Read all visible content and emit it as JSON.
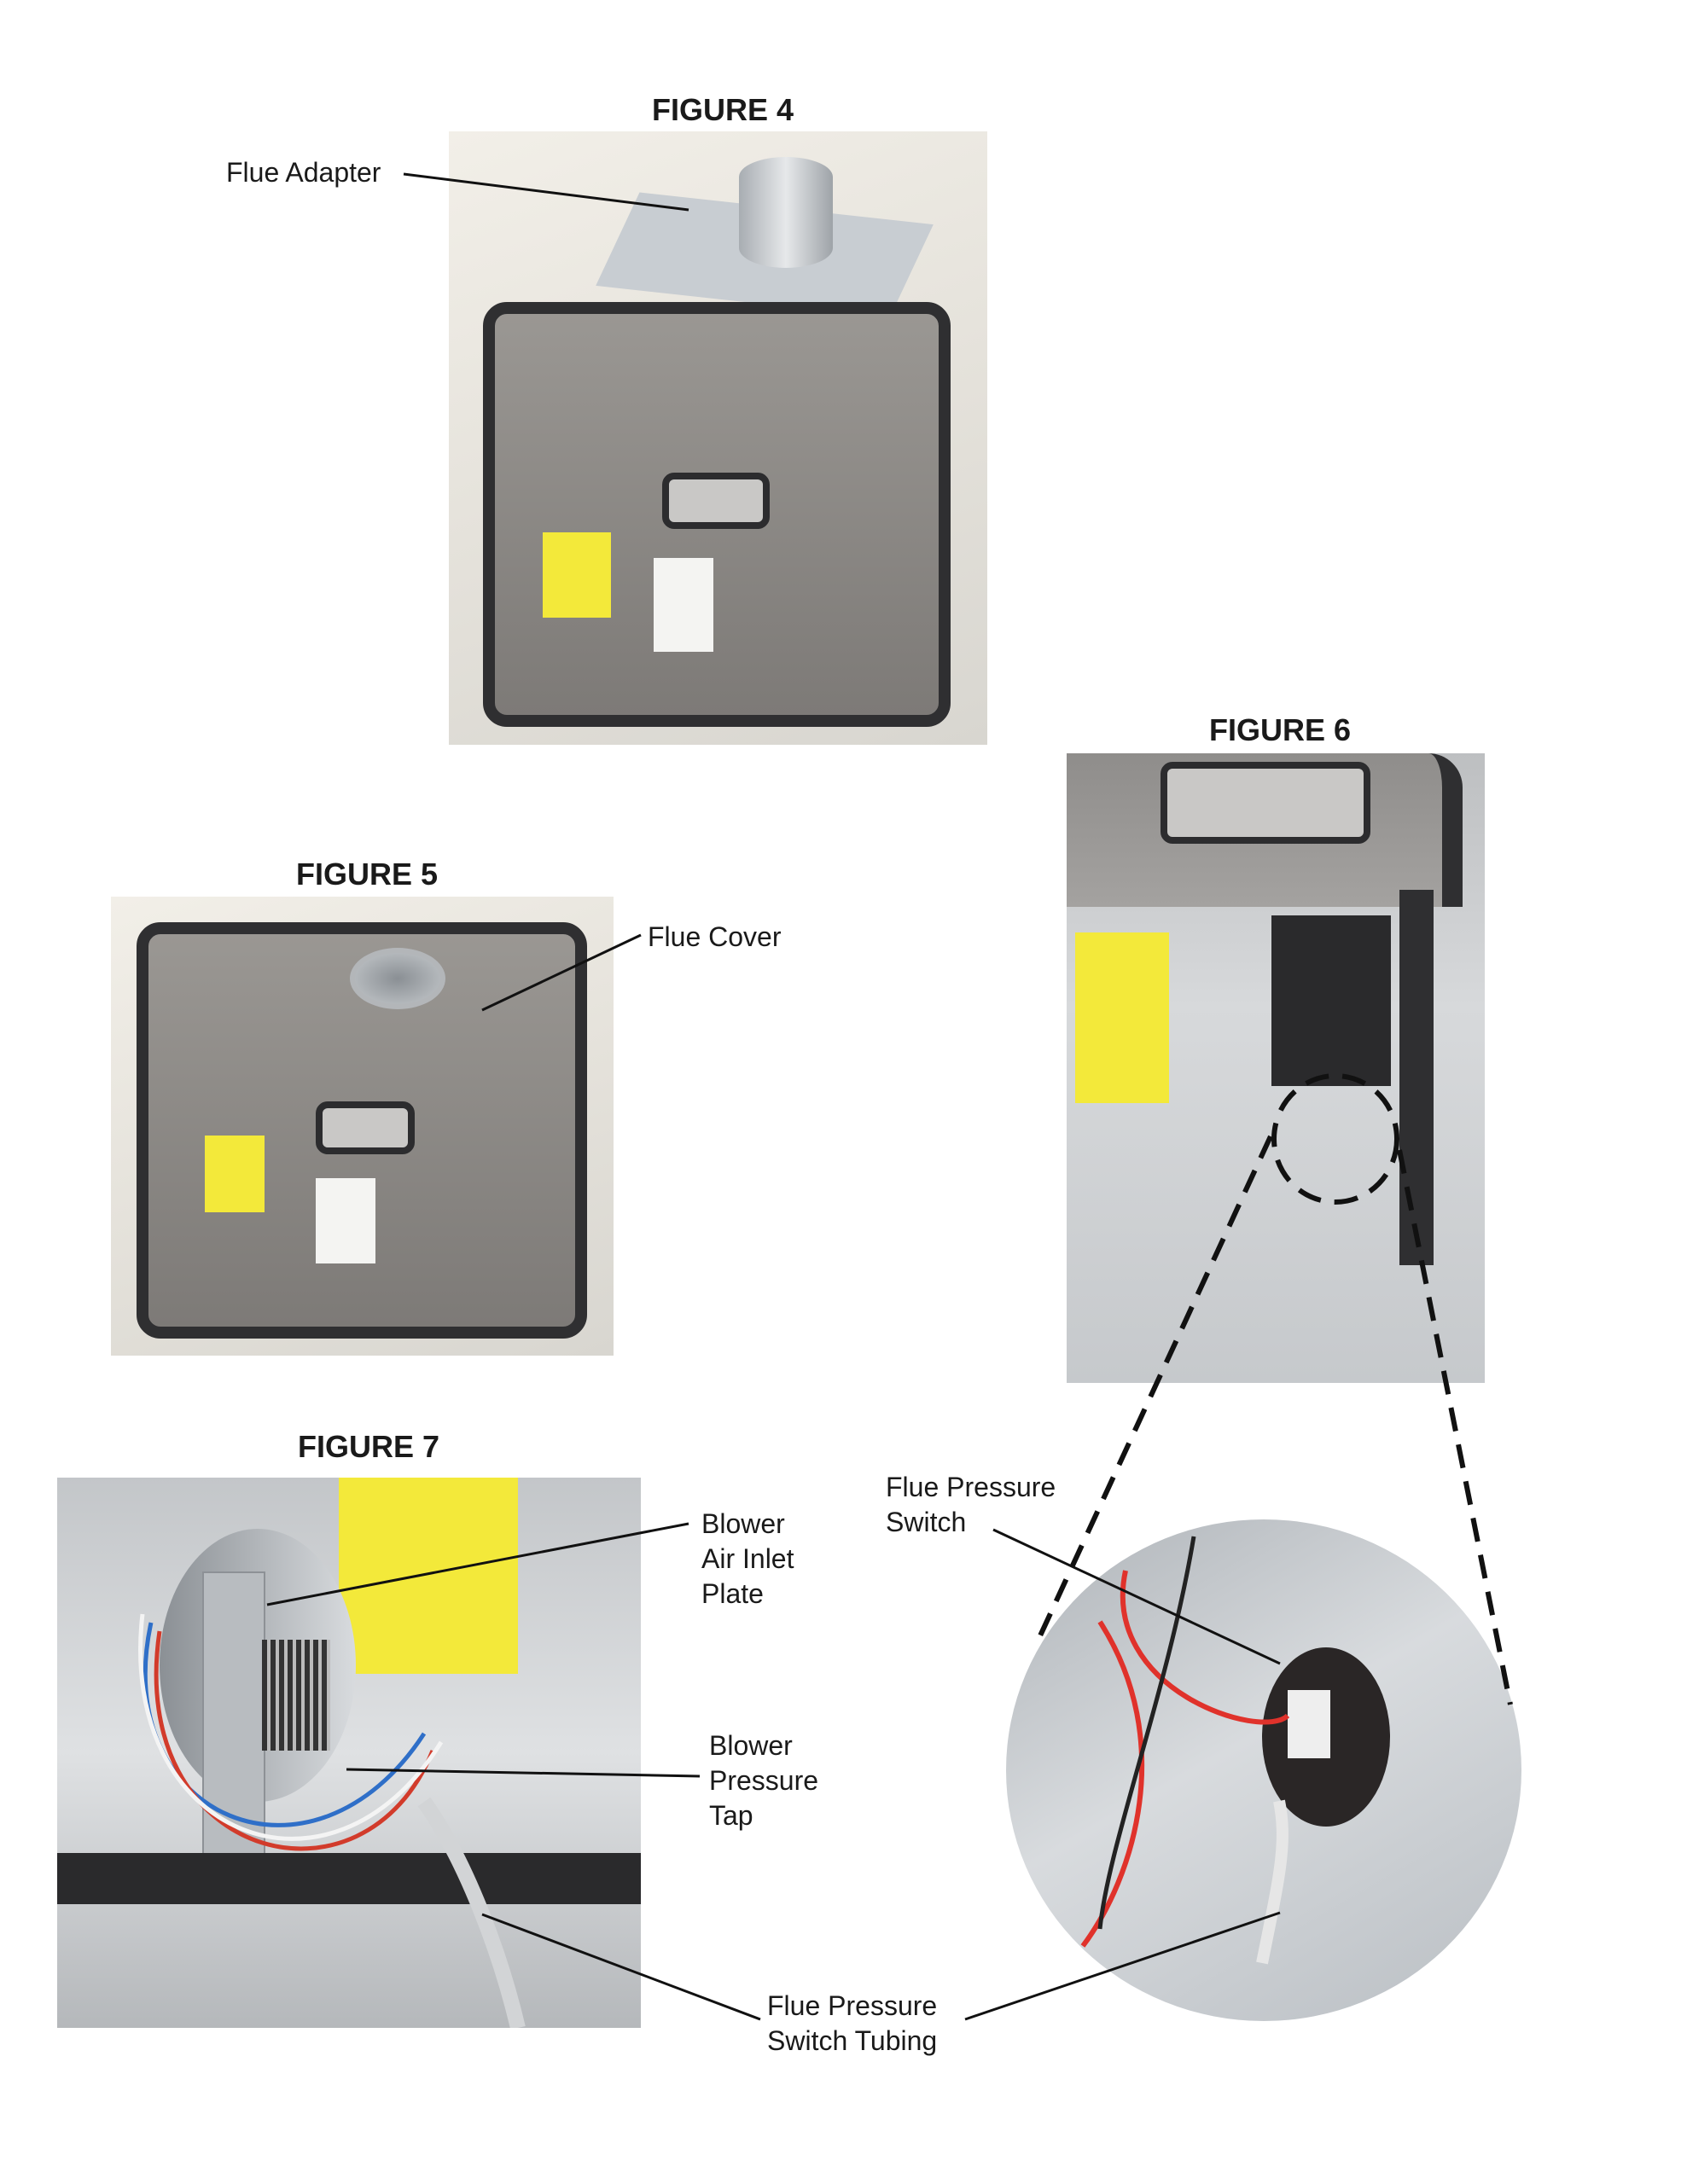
{
  "figures": {
    "fig4": {
      "title": "FIGURE 4",
      "callouts": [
        "Flue Adapter"
      ]
    },
    "fig5": {
      "title": "FIGURE 5",
      "callouts": [
        "Flue Cover"
      ]
    },
    "fig6": {
      "title": "FIGURE 6",
      "callouts": [
        "Flue Pressure\nSwitch"
      ]
    },
    "fig7": {
      "title": "FIGURE 7",
      "callouts": [
        "Blower\nAir Inlet\nPlate",
        "Blower\nPressure\nTap"
      ]
    },
    "shared": {
      "tubing": "Flue Pressure\nSwitch Tubing"
    }
  }
}
